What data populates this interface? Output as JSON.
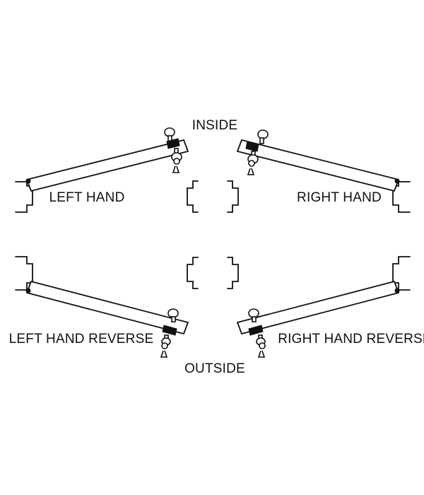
{
  "labels": {
    "inside": "INSIDE",
    "outside": "OUTSIDE",
    "left_hand": "LEFT HAND",
    "right_hand": "RIGHT HAND",
    "left_hand_reverse": "LEFT HAND REVERSE",
    "right_hand_reverse": "RIGHT HAND REVERSE"
  },
  "colors": {
    "line": "#111111",
    "background": "#ffffff"
  }
}
